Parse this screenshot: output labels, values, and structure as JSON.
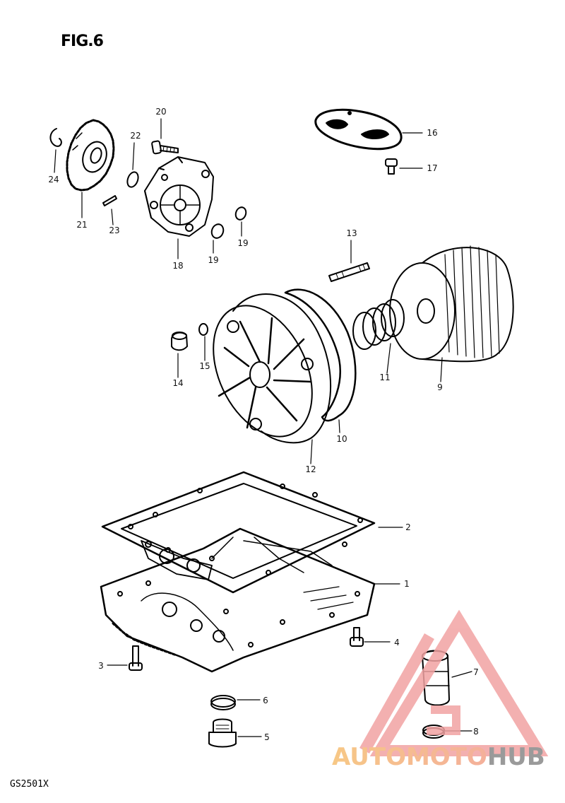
{
  "figure": {
    "title": "FIG.6",
    "footer_code": "GS2501X"
  },
  "colors": {
    "line": "#000000",
    "watermark_red": "#f2a3a3",
    "watermark_orange": "#f5c98a",
    "watermark_gray": "#9a9a9a"
  },
  "watermark": {
    "brand_a": "AUTOMOTO",
    "brand_b": "HUB"
  },
  "callouts": [
    {
      "id": "1",
      "part": "oil-pan"
    },
    {
      "id": "2",
      "part": "oil-pan-gasket"
    },
    {
      "id": "3",
      "part": "oil-pan-bolt"
    },
    {
      "id": "4",
      "part": "oil-pan-bolt-short"
    },
    {
      "id": "5",
      "part": "drain-plug"
    },
    {
      "id": "6",
      "part": "drain-plug-gasket"
    },
    {
      "id": "7",
      "part": "plug-adapter"
    },
    {
      "id": "8",
      "part": "adapter-gasket"
    },
    {
      "id": "9",
      "part": "oil-filter"
    },
    {
      "id": "10",
      "part": "cover-o-ring"
    },
    {
      "id": "11",
      "part": "filter-spring"
    },
    {
      "id": "12",
      "part": "filter-cover"
    },
    {
      "id": "13",
      "part": "cover-stud"
    },
    {
      "id": "14",
      "part": "cap-nut"
    },
    {
      "id": "15",
      "part": "washer"
    },
    {
      "id": "16",
      "part": "strainer-screen"
    },
    {
      "id": "17",
      "part": "screen-screw"
    },
    {
      "id": "18",
      "part": "oil-pump"
    },
    {
      "id": "19",
      "part": "pump-o-ring"
    },
    {
      "id": "20",
      "part": "pump-bolt"
    },
    {
      "id": "21",
      "part": "pump-gear"
    },
    {
      "id": "22",
      "part": "gear-washer"
    },
    {
      "id": "23",
      "part": "gear-pin"
    },
    {
      "id": "24",
      "part": "circlip"
    }
  ]
}
